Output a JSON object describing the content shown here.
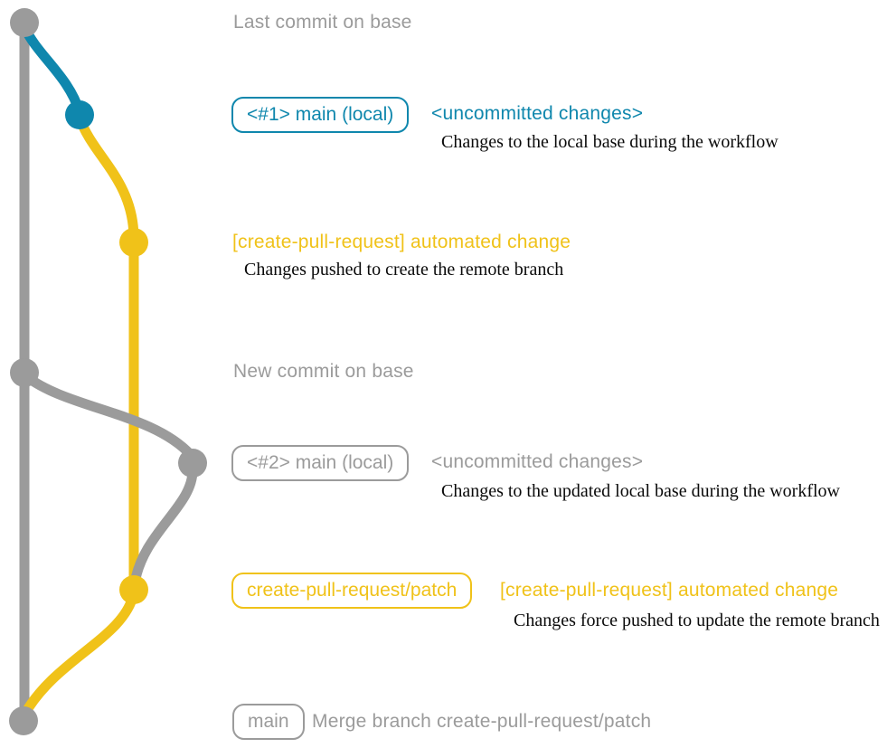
{
  "colors": {
    "base_gray": "#9b9b9b",
    "local_blue": "#0f87ad",
    "branch_yellow": "#f0c219",
    "caption_black": "#0a0a0a"
  },
  "annotations": {
    "last_commit_label": "Last commit on base",
    "new_commit_label": "New commit on base",
    "row_local_1": {
      "badge": "<#1> main (local)",
      "status": "<uncommitted changes>",
      "caption": "Changes to the local base during the workflow"
    },
    "row_push_1": {
      "title": "[create-pull-request] automated change",
      "caption": "Changes pushed to create the remote branch"
    },
    "row_local_2": {
      "badge": "<#2> main (local)",
      "status": "<uncommitted changes>",
      "caption": "Changes to the updated local base during the workflow"
    },
    "row_push_2": {
      "badge": "create-pull-request/patch",
      "title": "[create-pull-request] automated change",
      "caption": "Changes force pushed to update the remote branch"
    },
    "row_merge": {
      "badge": "main",
      "message": "Merge branch create-pull-request/patch"
    }
  },
  "graph": {
    "branches": [
      "base",
      "main (local)",
      "create-pull-request/patch"
    ],
    "commit_count": 7
  }
}
